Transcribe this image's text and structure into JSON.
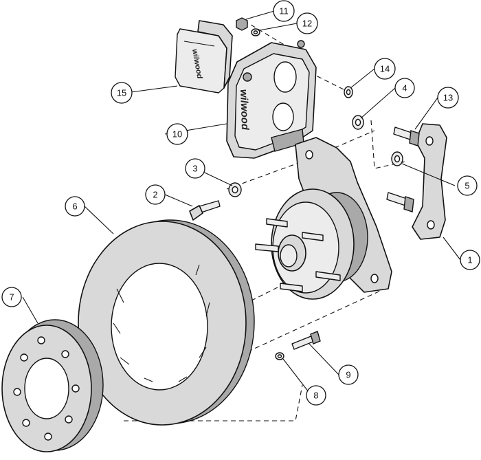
{
  "brand_logo": "wilwood",
  "callouts": [
    {
      "id": "callout-1",
      "number": "1"
    },
    {
      "id": "callout-2",
      "number": "2"
    },
    {
      "id": "callout-3",
      "number": "3"
    },
    {
      "id": "callout-4",
      "number": "4"
    },
    {
      "id": "callout-5",
      "number": "5"
    },
    {
      "id": "callout-6",
      "number": "6"
    },
    {
      "id": "callout-7",
      "number": "7"
    },
    {
      "id": "callout-8",
      "number": "8"
    },
    {
      "id": "callout-9",
      "number": "9"
    },
    {
      "id": "callout-10",
      "number": "10"
    },
    {
      "id": "callout-11",
      "number": "11"
    },
    {
      "id": "callout-12",
      "number": "12"
    },
    {
      "id": "callout-13",
      "number": "13"
    },
    {
      "id": "callout-14",
      "number": "14"
    },
    {
      "id": "callout-15",
      "number": "15"
    }
  ]
}
